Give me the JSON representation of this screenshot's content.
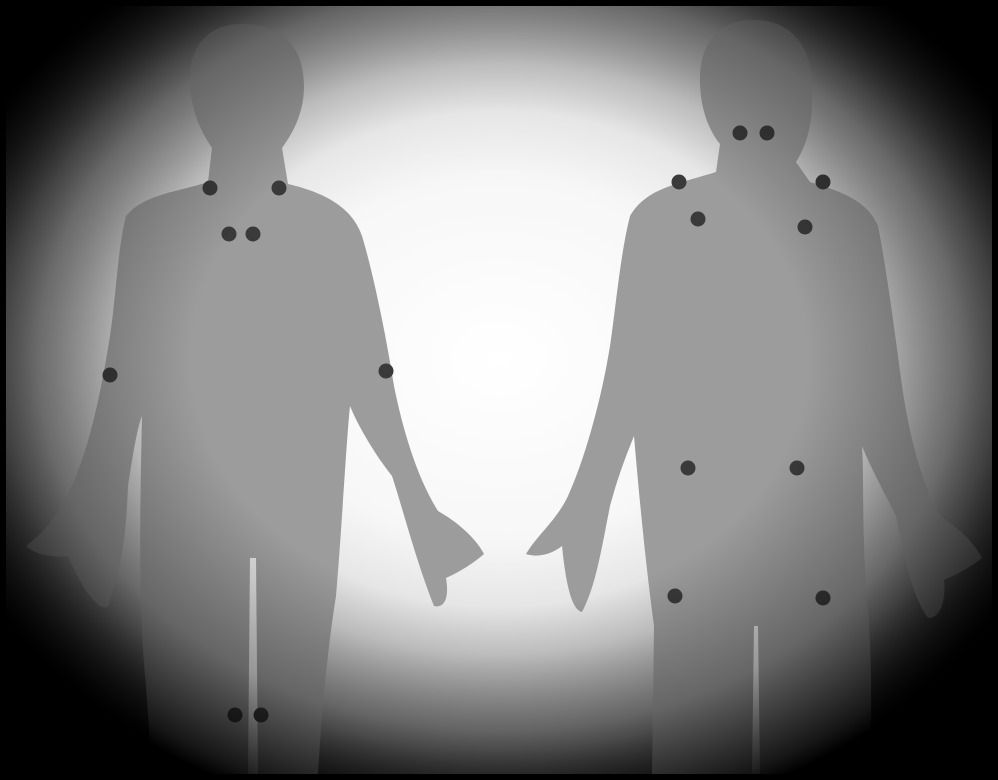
{
  "figure": {
    "figures": [
      "front-view",
      "back-view"
    ],
    "background_color": "#ffffff",
    "silhouette_color": "#9c9c9c",
    "point_color": "#3a3a3a",
    "front_tender_point_count": 8,
    "back_tender_point_count": 10
  }
}
